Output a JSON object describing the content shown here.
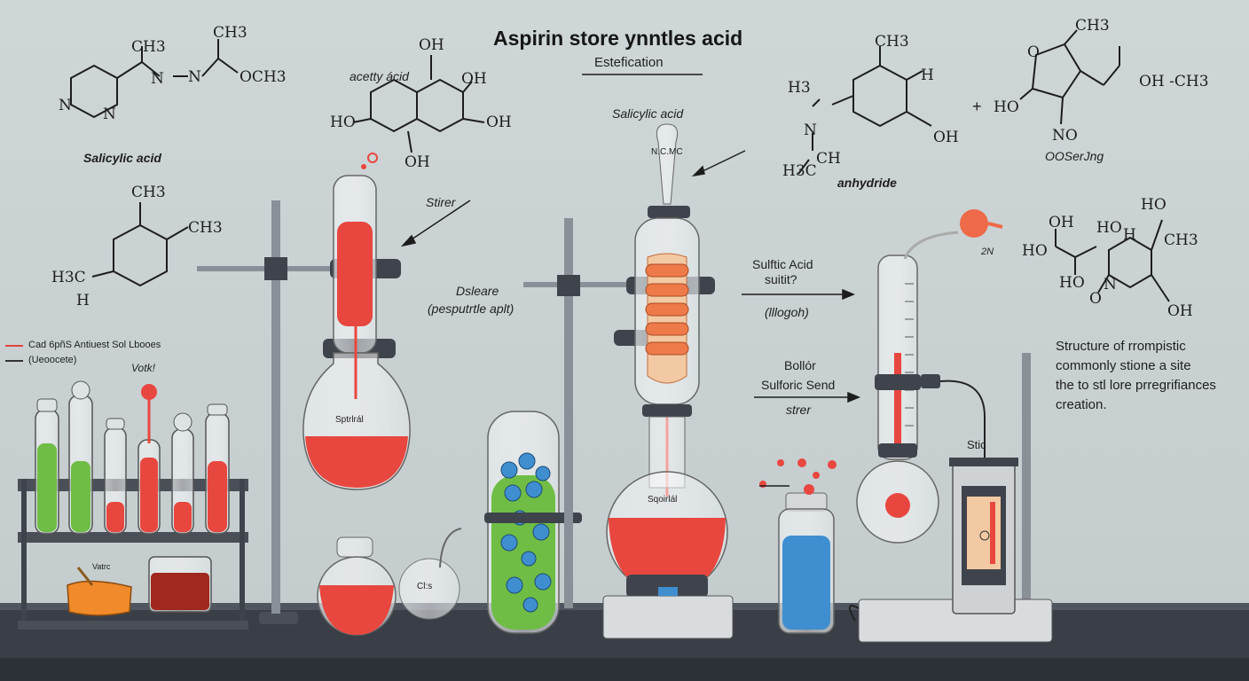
{
  "header": {
    "title": "Aspirin store ynntles acid",
    "subtitle": "Estefication"
  },
  "labels": {
    "salicylic_left": "Salicylic acid",
    "acetyl_acid": "acetty ácid",
    "salicylic_center": "Salicylic acid",
    "anhydride": "anhydride",
    "right_struct": "OOSerJng",
    "stirrer": "Stirer",
    "distance_line1": "Dsleare",
    "distance_line2": "(pesputrtle aplt)",
    "sulfuric_line1": "Sulftic Acid",
    "sulfuric_line2": "suitit?",
    "sulfuric_line3": "(lllogoh)",
    "boiler_line1": "Bollór",
    "boiler_line2": "Sulforic Send",
    "boiler_line3": "strer",
    "description": "Structure of rrompistic\ncommonly stione a site\nthe to stl lore prregrifiances\ncreation.",
    "flask_label": "Sptrlrál",
    "flask2_label": "Sqoirlál",
    "funnel_label": "N.C.MC",
    "sn_label": "2N",
    "stic_label": "Stic",
    "small_flask_label": "Cl:s",
    "rack_note": "Votk!",
    "dish_label": "Vatrc",
    "plus_sign": "+"
  },
  "legend": {
    "items": [
      {
        "text": "Cad 6pñS Antiuest Sol Lbooes",
        "color": "#e0453a"
      },
      {
        "text": "(Ueoocete)",
        "color": "#333333"
      }
    ]
  },
  "chem": {
    "m1": [
      "CH3",
      "CH3",
      "N",
      "N",
      "OCH3",
      "N",
      "N"
    ],
    "m2": [
      "OH",
      "OH",
      "OH",
      "HO",
      "OH"
    ],
    "m3": [
      "CH3",
      "CH3",
      "H3C",
      "H"
    ],
    "m4": [
      "CH3",
      "H3",
      "H",
      "N",
      "OH",
      "H3C",
      "CH"
    ],
    "m5": [
      "CH3",
      "O",
      "HO",
      "OH -CH3",
      "NO"
    ],
    "m6": [
      "OH",
      "HO",
      "HO",
      "H",
      "HO",
      "CH3",
      "N",
      "O",
      "OH"
    ]
  },
  "colors": {
    "background": "#c9d1d3",
    "liquid_red": "#e8473f",
    "liquid_green": "#6fbd45",
    "liquid_blue": "#3f8fd0",
    "bench": "#3a3f47"
  }
}
